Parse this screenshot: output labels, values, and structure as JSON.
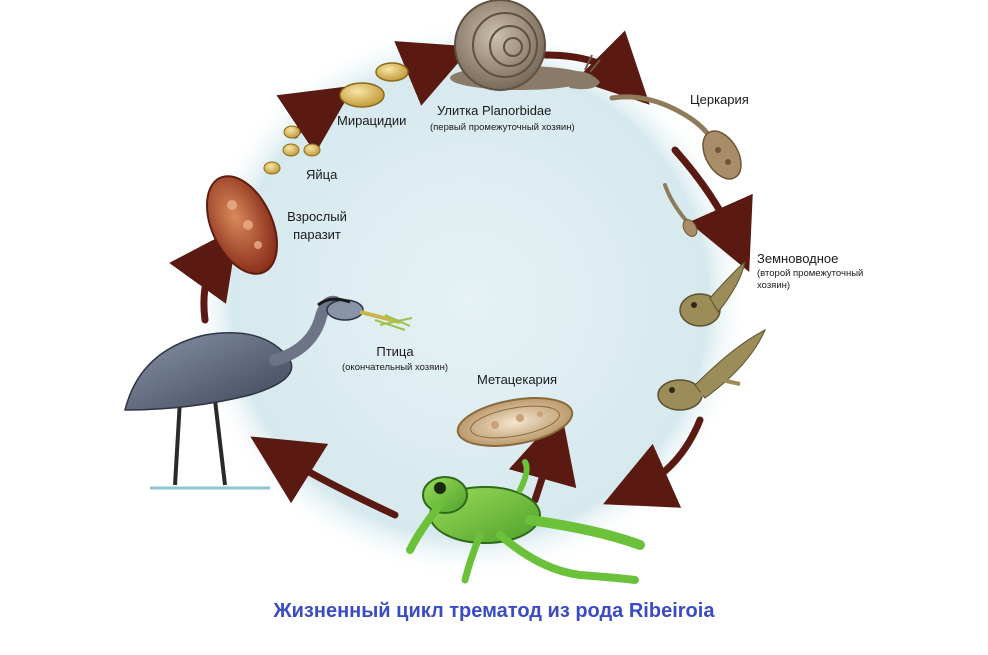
{
  "labels": {
    "snail": "Улитка Planorbidae",
    "snail_note": "(первый промежуточный хозяин)",
    "cercaria": "Церкария",
    "amphibian": "Земноводное",
    "amphibian_note_1": "(второй промежуточный",
    "amphibian_note_2": "хозяин)",
    "metacercaria": "Метацекария",
    "bird": "Птица",
    "bird_note": "(окончательный хозяин)",
    "adult_1": "Взрослый",
    "adult_2": "паразит",
    "eggs": "Яйца",
    "miracidia": "Мирацидии"
  },
  "caption": "Жизненный цикл трематод из рода Ribeiroia",
  "colors": {
    "caption": "#3a4bc4",
    "arrow": "#5a1a12",
    "background_circle": "#dcecf0"
  }
}
